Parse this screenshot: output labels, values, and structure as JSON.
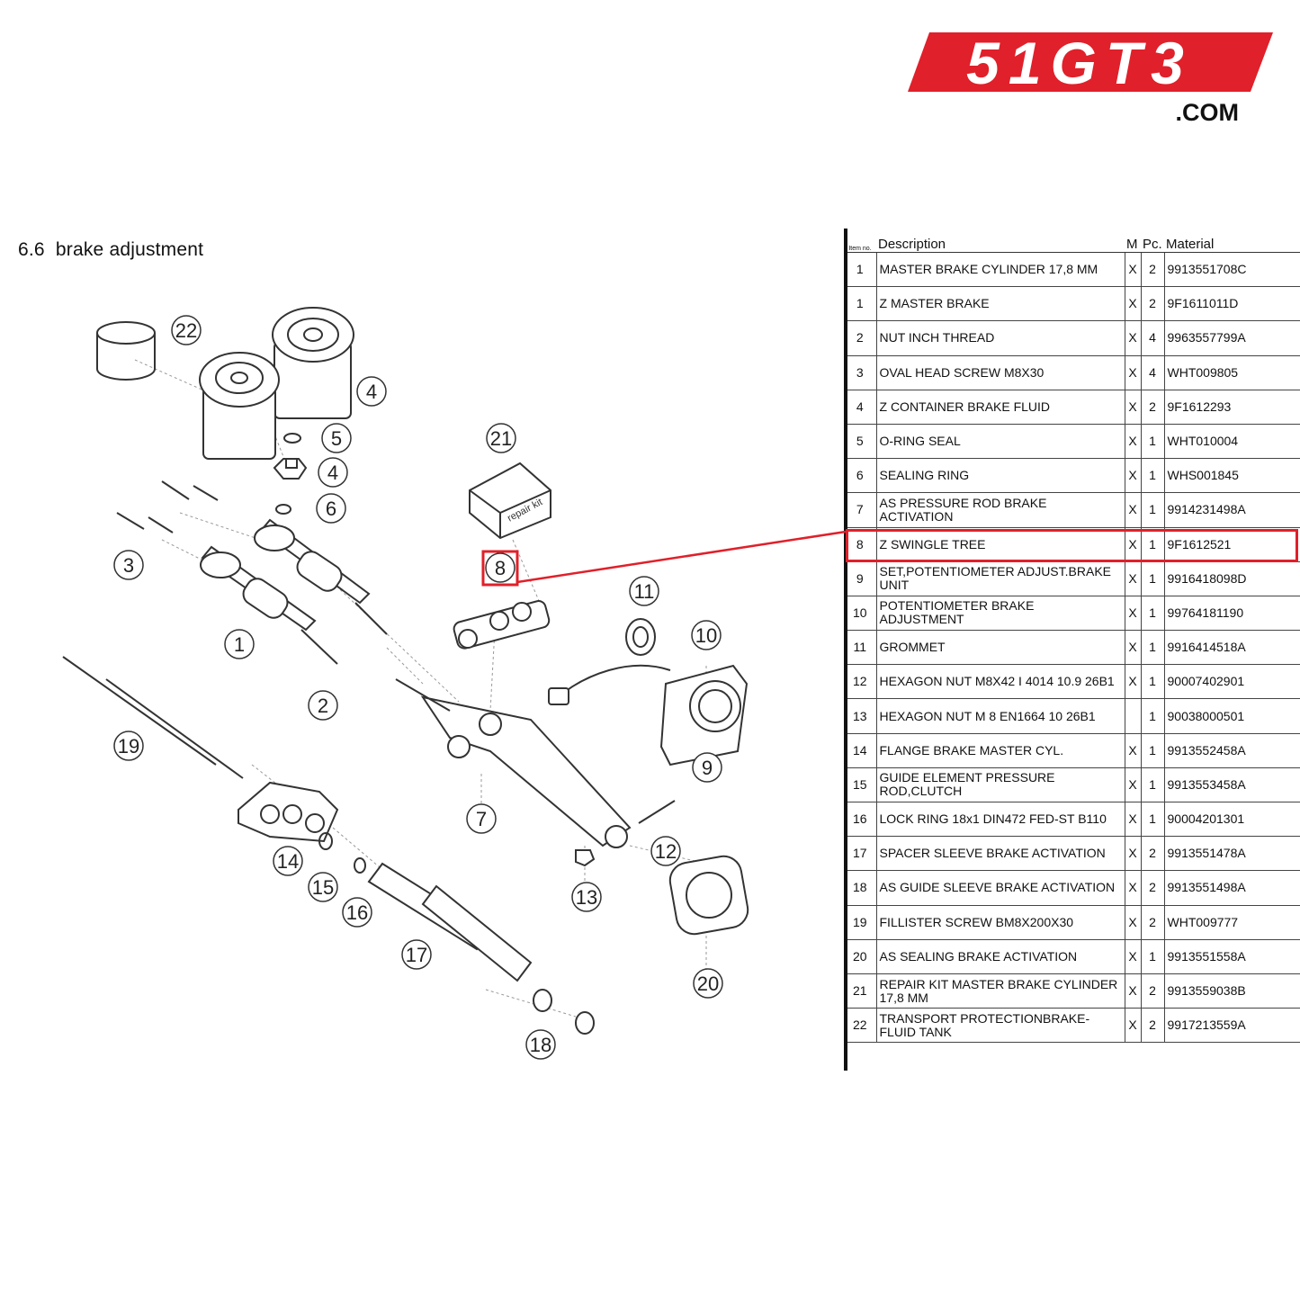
{
  "brand": {
    "logo_text": "51GT3",
    "domain_suffix": ".COM",
    "color": "#e0202a"
  },
  "section": {
    "number": "6.6",
    "title": "brake adjustment"
  },
  "highlight": {
    "item": "8",
    "color": "#e0202a"
  },
  "diagram": {
    "callouts": [
      "22",
      "4",
      "5",
      "4",
      "6",
      "21",
      "3",
      "8",
      "11",
      "1",
      "10",
      "2",
      "19",
      "9",
      "7",
      "14",
      "12",
      "15",
      "16",
      "13",
      "17",
      "20",
      "18"
    ],
    "box_label": "repair kit"
  },
  "table": {
    "headers": {
      "item": "Item no.",
      "description": "Description",
      "m": "M",
      "pc": "Pc.",
      "material": "Material"
    },
    "rows": [
      {
        "item": "1",
        "description": "MASTER BRAKE CYLINDER 17,8 MM",
        "m": "X",
        "pc": "2",
        "material": "9913551708C"
      },
      {
        "item": "1",
        "description": "Z MASTER BRAKE",
        "m": "X",
        "pc": "2",
        "material": "9F1611011D"
      },
      {
        "item": "2",
        "description": "NUT INCH THREAD",
        "m": "X",
        "pc": "4",
        "material": "9963557799A"
      },
      {
        "item": "3",
        "description": "OVAL HEAD SCREW M8X30",
        "m": "X",
        "pc": "4",
        "material": "WHT009805"
      },
      {
        "item": "4",
        "description": "Z CONTAINER BRAKE FLUID",
        "m": "X",
        "pc": "2",
        "material": "9F1612293"
      },
      {
        "item": "5",
        "description": "O-RING SEAL",
        "m": "X",
        "pc": "1",
        "material": "WHT010004"
      },
      {
        "item": "6",
        "description": "SEALING RING",
        "m": "X",
        "pc": "1",
        "material": "WHS001845"
      },
      {
        "item": "7",
        "description": "AS PRESSURE ROD BRAKE ACTIVATION",
        "m": "X",
        "pc": "1",
        "material": "9914231498A"
      },
      {
        "item": "8",
        "description": "Z SWINGLE TREE",
        "m": "X",
        "pc": "1",
        "material": "9F1612521"
      },
      {
        "item": "9",
        "description": "SET,POTENTIOMETER ADJUST.BRAKE UNIT",
        "m": "X",
        "pc": "1",
        "material": "9916418098D"
      },
      {
        "item": "10",
        "description": "POTENTIOMETER BRAKE ADJUSTMENT",
        "m": "X",
        "pc": "1",
        "material": "99764181190"
      },
      {
        "item": "11",
        "description": "GROMMET",
        "m": "X",
        "pc": "1",
        "material": "9916414518A"
      },
      {
        "item": "12",
        "description": "HEXAGON NUT M8X42 I 4014 10.9 26B1",
        "m": "X",
        "pc": "1",
        "material": "90007402901"
      },
      {
        "item": "13",
        "description": "HEXAGON NUT M 8 EN1664 10 26B1",
        "m": "",
        "pc": "1",
        "material": "90038000501"
      },
      {
        "item": "14",
        "description": "FLANGE BRAKE MASTER CYL.",
        "m": "X",
        "pc": "1",
        "material": "9913552458A"
      },
      {
        "item": "15",
        "description": "GUIDE ELEMENT PRESSURE ROD,CLUTCH",
        "m": "X",
        "pc": "1",
        "material": "9913553458A"
      },
      {
        "item": "16",
        "description": "LOCK RING 18x1 DIN472 FED-ST B110",
        "m": "X",
        "pc": "1",
        "material": "90004201301"
      },
      {
        "item": "17",
        "description": "SPACER SLEEVE BRAKE ACTIVATION",
        "m": "X",
        "pc": "2",
        "material": "9913551478A"
      },
      {
        "item": "18",
        "description": "AS GUIDE SLEEVE BRAKE ACTIVATION",
        "m": "X",
        "pc": "2",
        "material": "9913551498A"
      },
      {
        "item": "19",
        "description": "FILLISTER SCREW BM8X200X30",
        "m": "X",
        "pc": "2",
        "material": "WHT009777"
      },
      {
        "item": "20",
        "description": "AS SEALING BRAKE ACTIVATION",
        "m": "X",
        "pc": "1",
        "material": "9913551558A"
      },
      {
        "item": "21",
        "description": "REPAIR KIT MASTER BRAKE CYLINDER 17,8 MM",
        "m": "X",
        "pc": "2",
        "material": "9913559038B"
      },
      {
        "item": "22",
        "description": "TRANSPORT PROTECTIONBRAKE-FLUID TANK",
        "m": "X",
        "pc": "2",
        "material": "9917213559A"
      }
    ]
  }
}
